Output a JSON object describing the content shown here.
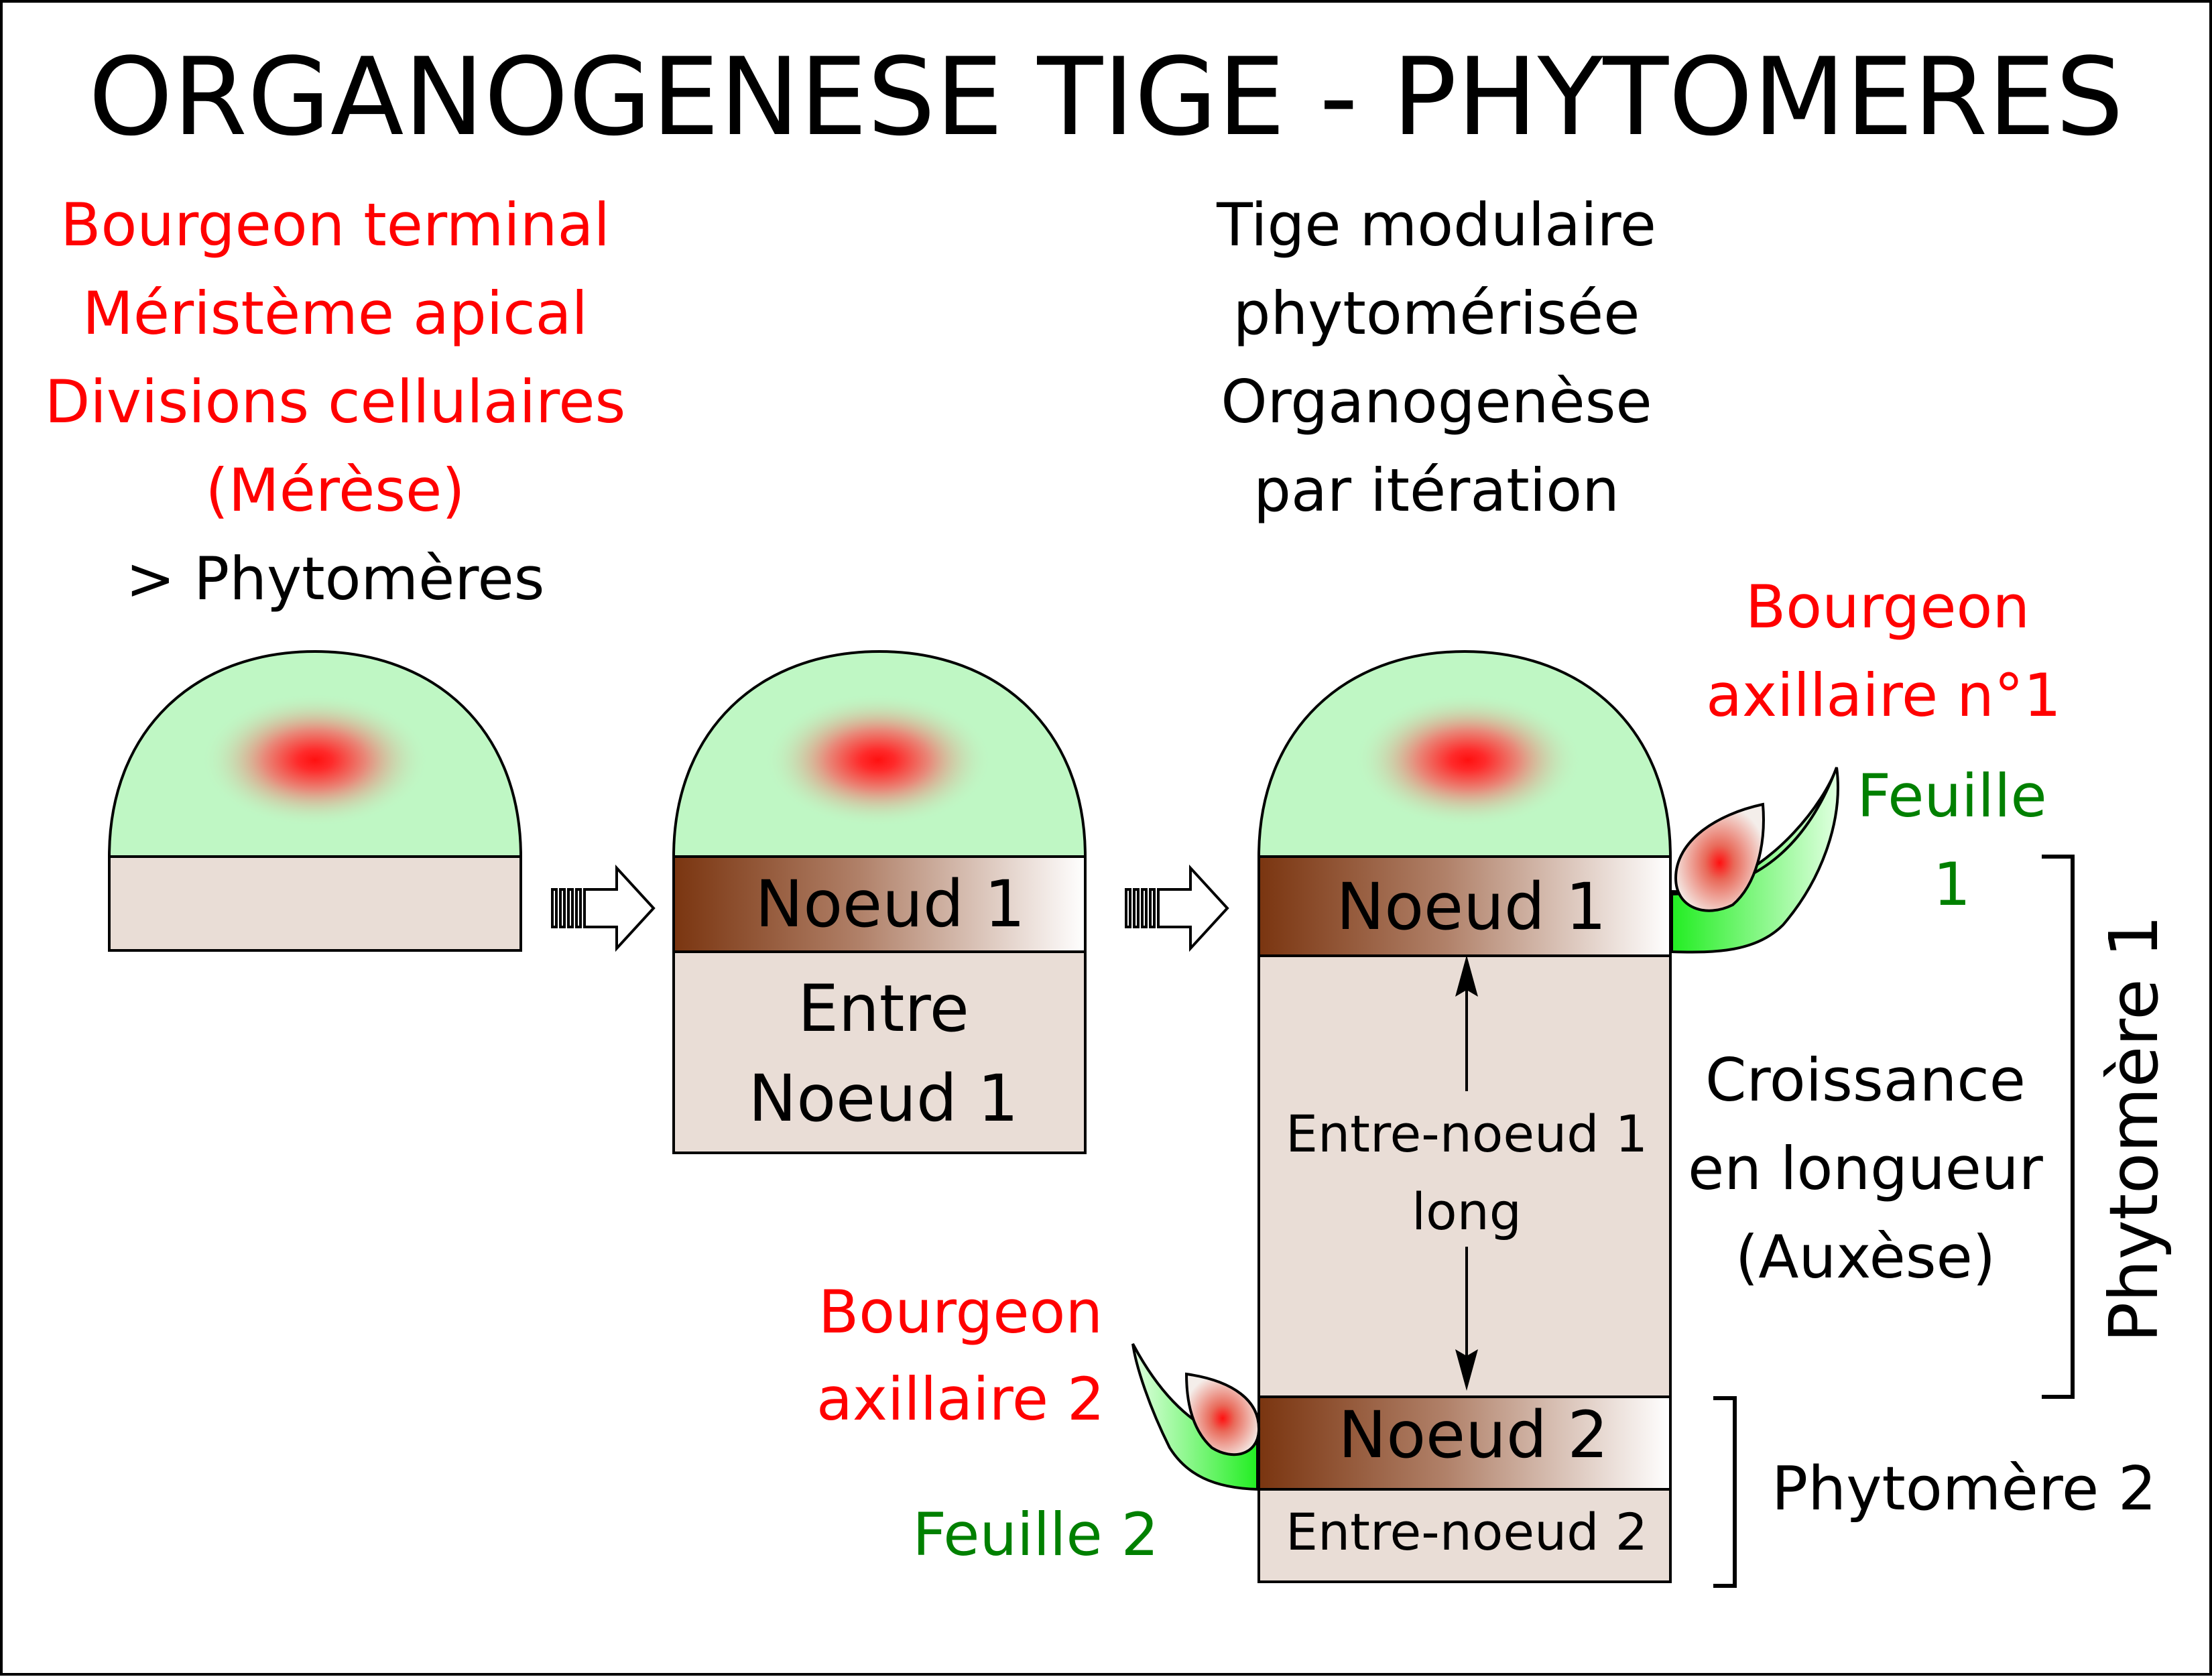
{
  "title": "ORGANOGENESE TIGE - PHYTOMERES",
  "left_caption": {
    "line1": "Bourgeon terminal",
    "line2": "Méristème apical",
    "line3": "Divisions cellulaires",
    "line4": "(Mérèse)",
    "line5": "> Phytomères"
  },
  "center_caption": {
    "line1": "Tige modulaire",
    "line2": "phytomérisée",
    "line3": "Organogenèse",
    "line4": "par itération"
  },
  "stage2": {
    "node": "Noeud 1",
    "internode_line1": "Entre",
    "internode_line2": "Noeud 1"
  },
  "stage3": {
    "node1": "Noeud 1",
    "internode1_line1": "Entre-noeud 1",
    "internode1_line2": "long",
    "node2": "Noeud 2",
    "internode2": "Entre-noeud 2"
  },
  "bud1": {
    "line1": "Bourgeon",
    "line2": "axillaire n°1"
  },
  "leaf1": {
    "line1": "Feuille",
    "line2": "1"
  },
  "bud2": {
    "line1": "Bourgeon",
    "line2": "axillaire 2"
  },
  "leaf2": "Feuille 2",
  "growth": {
    "line1": "Croissance",
    "line2": "en longueur",
    "line3": "(Auxèse)"
  },
  "phytomer1": "Phytomère 1",
  "phytomer2": "Phytomère 2",
  "icons": [
    "process-arrow-icon",
    "double-arrow-icon"
  ],
  "colors": {
    "red_text": "#ff0000",
    "green_text": "#008000",
    "meristem": "#bff7c4",
    "meristem_center": "#ff1a1a",
    "internode": "#e9ddd6",
    "node_dark": "#7a3a12",
    "leaf": "#33ee33"
  }
}
